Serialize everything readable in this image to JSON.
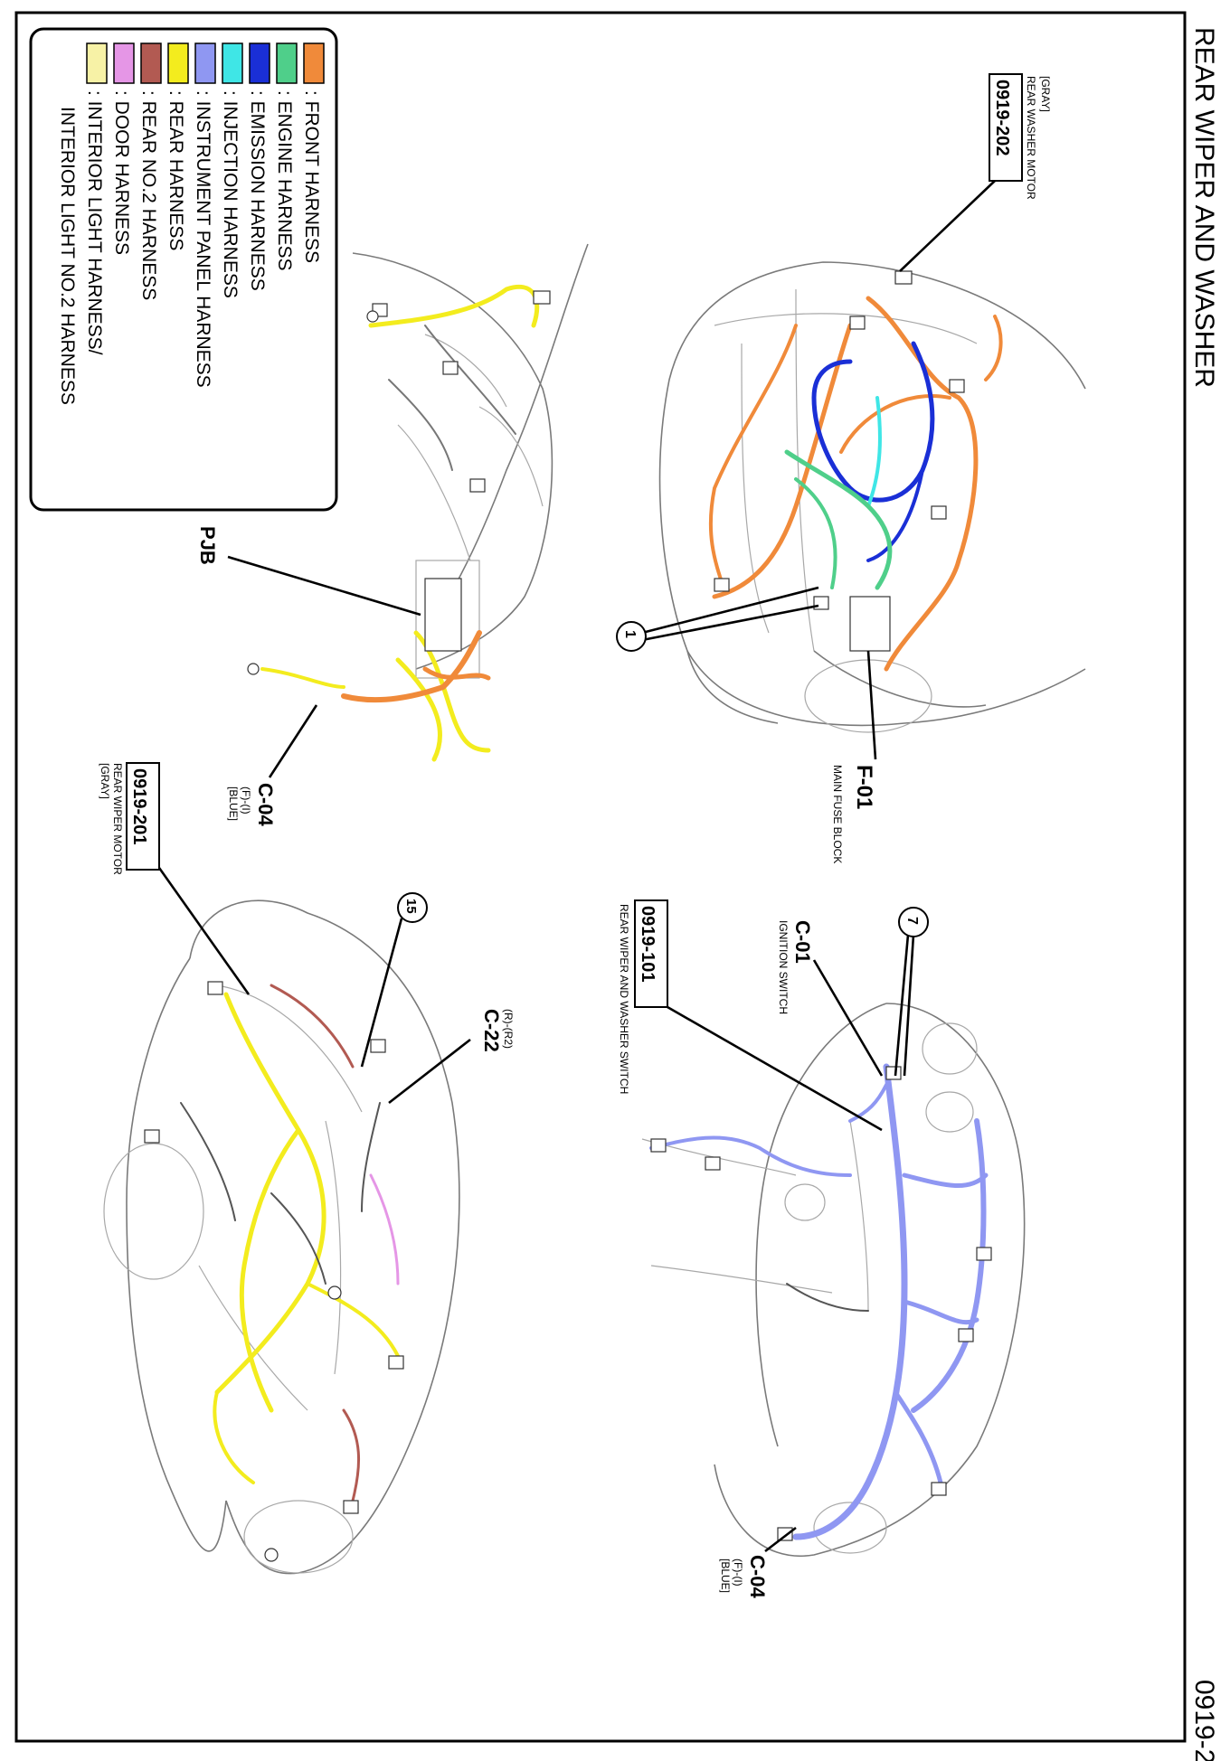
{
  "page": {
    "title": "REAR WIPER AND WASHER",
    "code": "0919-2"
  },
  "legend": [
    {
      "text": ": FRONT HARNESS",
      "color": "#f08a3a"
    },
    {
      "text": ": ENGINE HARNESS",
      "color": "#4fcf8a"
    },
    {
      "text": ": EMISSION HARNESS",
      "color": "#1a2fd6"
    },
    {
      "text": ": INJECTION HARNESS",
      "color": "#3fe6e6"
    },
    {
      "text": ": INSTRUMENT PANEL HARNESS",
      "color": "#8f97f2"
    },
    {
      "text": ": REAR HARNESS",
      "color": "#f3ec1e"
    },
    {
      "text": ": REAR NO.2 HARNESS",
      "color": "#b25a52"
    },
    {
      "text": ": DOOR HARNESS",
      "color": "#e596e6"
    },
    {
      "text": ": INTERIOR LIGHT HARNESS/",
      "color": "#f7f2a6"
    },
    {
      "text": "INTERIOR LIGHT NO.2 HARNESS",
      "color": ""
    }
  ],
  "colors": {
    "front": "#f08a3a",
    "engine": "#4fcf8a",
    "emission": "#1a2fd6",
    "injection": "#3fe6e6",
    "instrument_panel": "#8f97f2",
    "rear": "#f3ec1e",
    "rear_no2": "#b25a52",
    "door": "#e596e6",
    "interior_light": "#f7f2a6"
  },
  "callouts": {
    "rear_washer_motor": {
      "code": "0919-202",
      "name": "REAR WASHER MOTOR",
      "color": "[GRAY]"
    },
    "main_fuse_block": {
      "code": "F-01",
      "name": "MAIN FUSE BLOCK"
    },
    "circle_1": "1",
    "pjb": "PJB",
    "c04_left": {
      "code": "C-04",
      "pin": "(F)-(I)",
      "color": "[BLUE]"
    },
    "rear_wiper_motor": {
      "code": "0919-201",
      "name": "REAR WIPER MOTOR",
      "color": "[GRAY]"
    },
    "circle_15": "15",
    "c22": {
      "code": "C-22",
      "pin": "(R)-(R2)"
    },
    "ignition_switch": {
      "code": "C-01",
      "name": "IGNITION SWITCH"
    },
    "circle_7": "7",
    "rear_wiper_washer_switch": {
      "code": "0919-101",
      "name": "REAR WIPER AND WASHER SWITCH"
    },
    "c04_right": {
      "code": "C-04",
      "pin": "(F)-(I)",
      "color": "[BLUE]"
    }
  }
}
